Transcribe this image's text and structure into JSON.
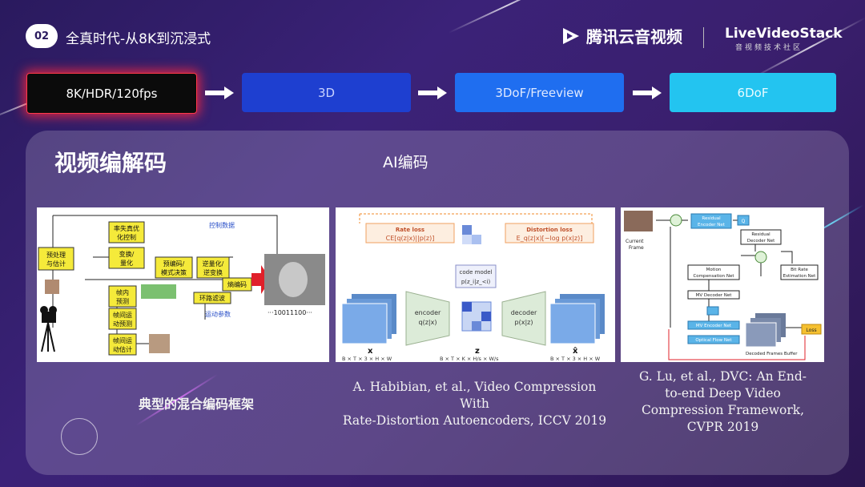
{
  "header": {
    "section_number": "02",
    "title": "全真时代-从8K到沉浸式",
    "brand_primary": "腾讯云音视频",
    "brand_secondary": "LiveVideoStack",
    "brand_secondary_sub": "音视频技术社区"
  },
  "stages": [
    {
      "label": "8K/HDR/120fps"
    },
    {
      "label": "3D"
    },
    {
      "label": "3DoF/Freeview"
    },
    {
      "label": "6DoF"
    }
  ],
  "panel": {
    "title": "视频编解码",
    "subtitle": "AI编码"
  },
  "figures": {
    "hybrid": {
      "caption": "典型的混合编码框架",
      "labels": {
        "preprocess": "预处理\n与估计",
        "rdo": "率失真优\n化控制",
        "transform": "变换/\n量化",
        "pred_mode": "预编码/\n模式决策",
        "inv_quant": "逆量化/\n逆变换",
        "entropy": "熵编码",
        "intra_pred": "帧内\n预测",
        "inter_pred": "帧间运\n动预测",
        "loop_filter": "环路滤波",
        "motion_est": "帧间运\n动估计",
        "control_data": "控制数据",
        "motion_params": "运动参数",
        "bitstream": "···10011100···"
      }
    },
    "rdae": {
      "caption_line1": "A. Habibian, et al., Video Compression With",
      "caption_line2": "Rate-Distortion Autoencoders, ICCV 2019",
      "labels": {
        "rate_loss": "Rate loss",
        "rate_formula": "CE[q(z|x)||p(z)]",
        "distortion_loss": "Distortion loss",
        "distortion_formula": "E_q(z|x)[−log p(x|z)]",
        "code_model": "code model",
        "code_model_formula": "p(z_i|z_<i)",
        "encoder": "encoder",
        "encoder_formula": "q(z|x)",
        "decoder": "decoder",
        "decoder_formula": "p(x|z)",
        "x_label": "x",
        "z_label": "z",
        "xhat_label": "x̂",
        "x_dims": "B × T × 3 × H × W",
        "z_dims": "B × T × K × H/s × W/s",
        "xhat_dims": "B × T × 3 × H × W"
      }
    },
    "dvc": {
      "caption_line1": "G. Lu, et al., DVC: An End-",
      "caption_line2": "to-end Deep Video",
      "caption_line3": "Compression Framework,",
      "caption_line4": "CVPR 2019",
      "labels": {
        "residual_encoder": "Residual\nEncoder Net",
        "residual_decoder": "Residual\nDecoder Net",
        "q": "Q",
        "bit_rate": "Bit Rate\nEstimation Net",
        "motion_comp": "Motion\nCompensation Net",
        "mv_decoder": "MV Decoder Net",
        "mv_encoder": "MV Encoder Net",
        "optical_flow": "Optical Flow Net",
        "loss": "Loss",
        "buffer": "Decoded Frames Buffer",
        "current_frame": "Current\nFrame"
      }
    }
  },
  "colors": {
    "accent_red": "#e0202a",
    "stage_black": "#0b0b0b",
    "stage_blue1": "#1e3fd0",
    "stage_blue2": "#1f6ef0",
    "stage_cyan": "#23c4f0",
    "box_yellow": "#f5ea3a"
  }
}
